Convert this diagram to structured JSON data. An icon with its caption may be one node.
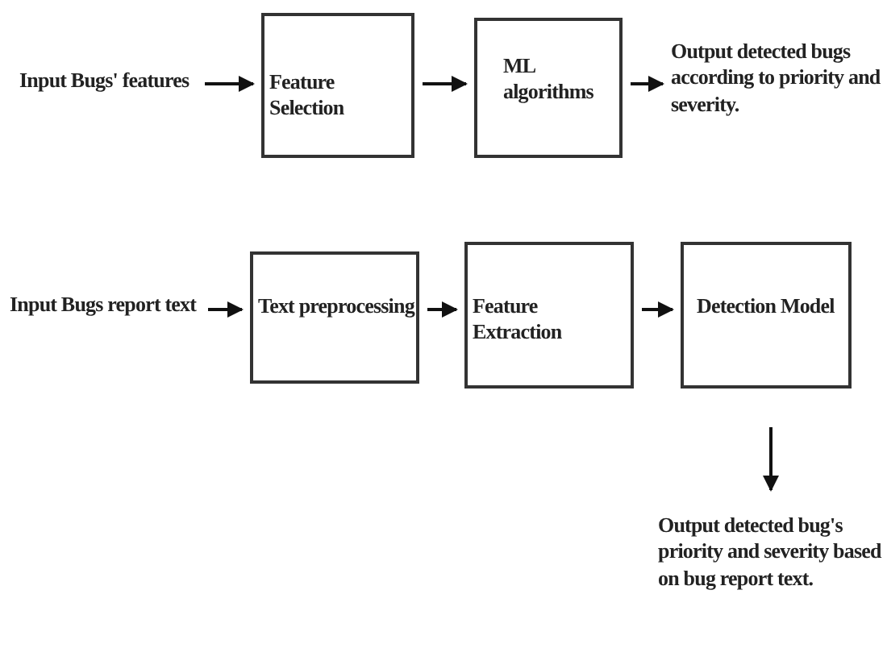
{
  "diagram": {
    "nodes": [
      {
        "text": [
          "Input Bugs' features"
        ]
      },
      {
        "text": [
          "Feature Selection"
        ]
      },
      {
        "text": [
          "ML algorithms"
        ]
      },
      {
        "text": [
          "Output detected bugs according to priority and severity."
        ]
      },
      {
        "text": [
          "Input Bugs report text"
        ]
      },
      {
        "text": [
          "Text preprocessing"
        ]
      },
      {
        "text": [
          "Feature Extraction"
        ]
      },
      {
        "text": [
          "Detection Model"
        ]
      },
      {
        "text": [
          "Output detected bug's priority and severity based on bug report text."
        ]
      }
    ],
    "edges": [
      {
        "from": 0,
        "to": 1,
        "arrow": "to"
      },
      {
        "from": 1,
        "to": 2,
        "arrow": "to"
      },
      {
        "from": 2,
        "to": 3,
        "arrow": "to"
      },
      {
        "from": 4,
        "to": 5,
        "arrow": "to"
      },
      {
        "from": 5,
        "to": 6,
        "arrow": "to"
      },
      {
        "from": 6,
        "to": 7,
        "arrow": "to"
      },
      {
        "from": 7,
        "to": 8,
        "arrow": "to"
      }
    ]
  }
}
